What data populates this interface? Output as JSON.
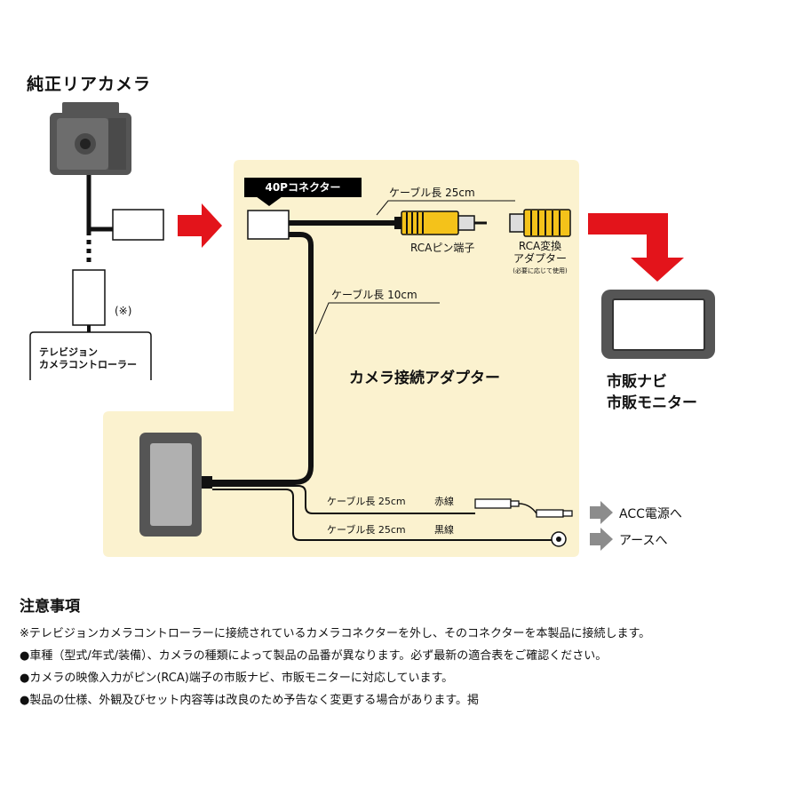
{
  "camera": {
    "title": "純正リアカメラ",
    "optional_mark": "(※)"
  },
  "controller": {
    "line1": "テレビジョン",
    "line2": "カメラコントローラー"
  },
  "adapter": {
    "connector_label": "40Pコネクター",
    "title": "カメラ接続アダプター",
    "cable_rca_length": "ケーブル長 25cm",
    "rca_pin_label": "RCAピン端子",
    "rca_converter_line1": "RCA変換",
    "rca_converter_line2": "アダプター",
    "rca_converter_note": "(必要に応じて使用)",
    "cable_main_length": "ケーブル長 10cm",
    "power_cable": {
      "length": "ケーブル長 25cm",
      "color": "赤線",
      "destination": "ACC電源へ"
    },
    "ground_cable": {
      "length": "ケーブル長 25cm",
      "color": "黒線",
      "destination": "アースへ"
    }
  },
  "monitor": {
    "line1": "市販ナビ",
    "line2": "市販モニター"
  },
  "notes": {
    "title": "注意事項",
    "items": [
      "※テレビジョンカメラコントローラーに接続されているカメラコネクターを外し、そのコネクターを本製品に接続します。",
      "●車種（型式/年式/装備）、カメラの種類によって製品の品番が異なります。必ず最新の適合表をご確認ください。",
      "●カメラの映像入力がピン(RCA)端子の市販ナビ、市販モニターに対応しています。",
      "●製品の仕様、外観及びセット内容等は改良のため予告なく変更する場合があります。掲"
    ]
  },
  "colors": {
    "panel": "#fbf2cf",
    "arrow_red": "#e3141b",
    "arrow_gray": "#8c8c8c",
    "rca_yellow": "#f4c21a",
    "cable": "#111111"
  }
}
